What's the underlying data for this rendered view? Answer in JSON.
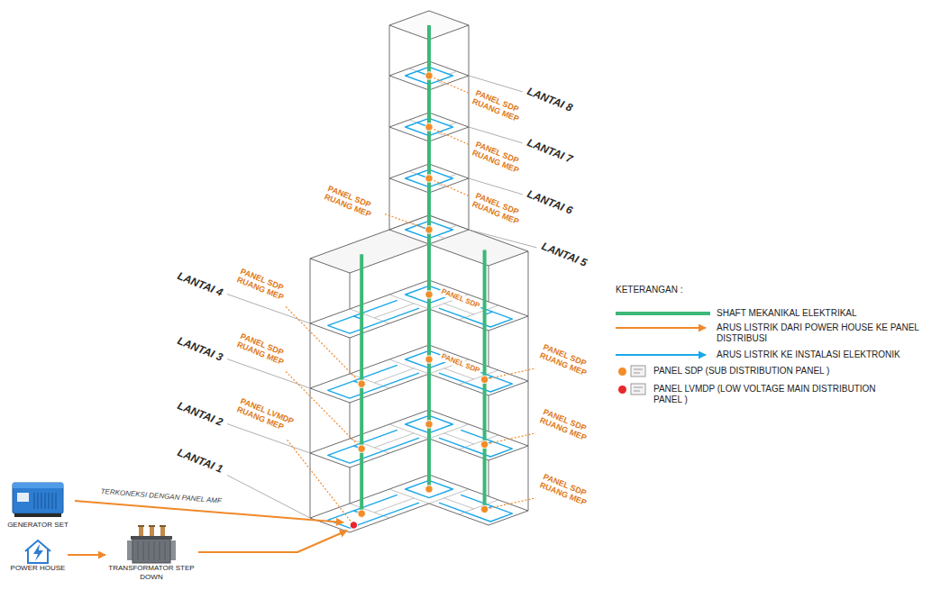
{
  "diagram": {
    "nodes": [
      {
        "text": [
          "GENERATOR SET"
        ]
      },
      {
        "text": [
          "POWER HOUSE"
        ]
      },
      {
        "text": [
          "TRANSFORMATOR STEP DOWN"
        ]
      }
    ],
    "edges": [
      {
        "from": 1,
        "to": 2,
        "arrow": "to"
      }
    ],
    "labels": [
      "LANTAI 8",
      "LANTAI 7",
      "LANTAI 6",
      "LANTAI 5",
      "LANTAI 4",
      "LANTAI 3",
      "LANTAI 2",
      "LANTAI 1",
      "PANEL SDP RUANG MEP",
      "PANEL SDP RUANG MEP",
      "PANEL SDP RUANG MEP",
      "PANEL SDP RUANG MEP",
      "PANEL SDP",
      "PANEL SDP",
      "PANEL SDP RUANG MEP",
      "PANEL SDP RUANG MEP",
      "PANEL LVMDP RUANG MEP",
      "PANEL SDP RUANG MEP",
      "PANEL SDP RUANG MEP",
      "PANEL SDP RUANG MEP",
      "TERKONEKSI DENGAN PANEL AMF",
      "KETERANGAN :"
    ],
    "legend": [
      {
        "text": "SHAFT MEKANIKAL ELEKTRIKAL"
      },
      {
        "text": "ARUS LISTRIK DARI POWER HOUSE KE PANEL DISTRIBUSI"
      },
      {
        "text": "ARUS LISTRIK KE INSTALASI ELEKTRONIK"
      },
      {
        "text": "PANEL SDP (SUB DISTRIBUTION PANEL )",
        "color": "#f28c28"
      },
      {
        "text": "PANEL LVMDP (LOW VOLTAGE MAIN DISTRIBUTION PANEL )",
        "color": "#e8262c"
      }
    ]
  }
}
